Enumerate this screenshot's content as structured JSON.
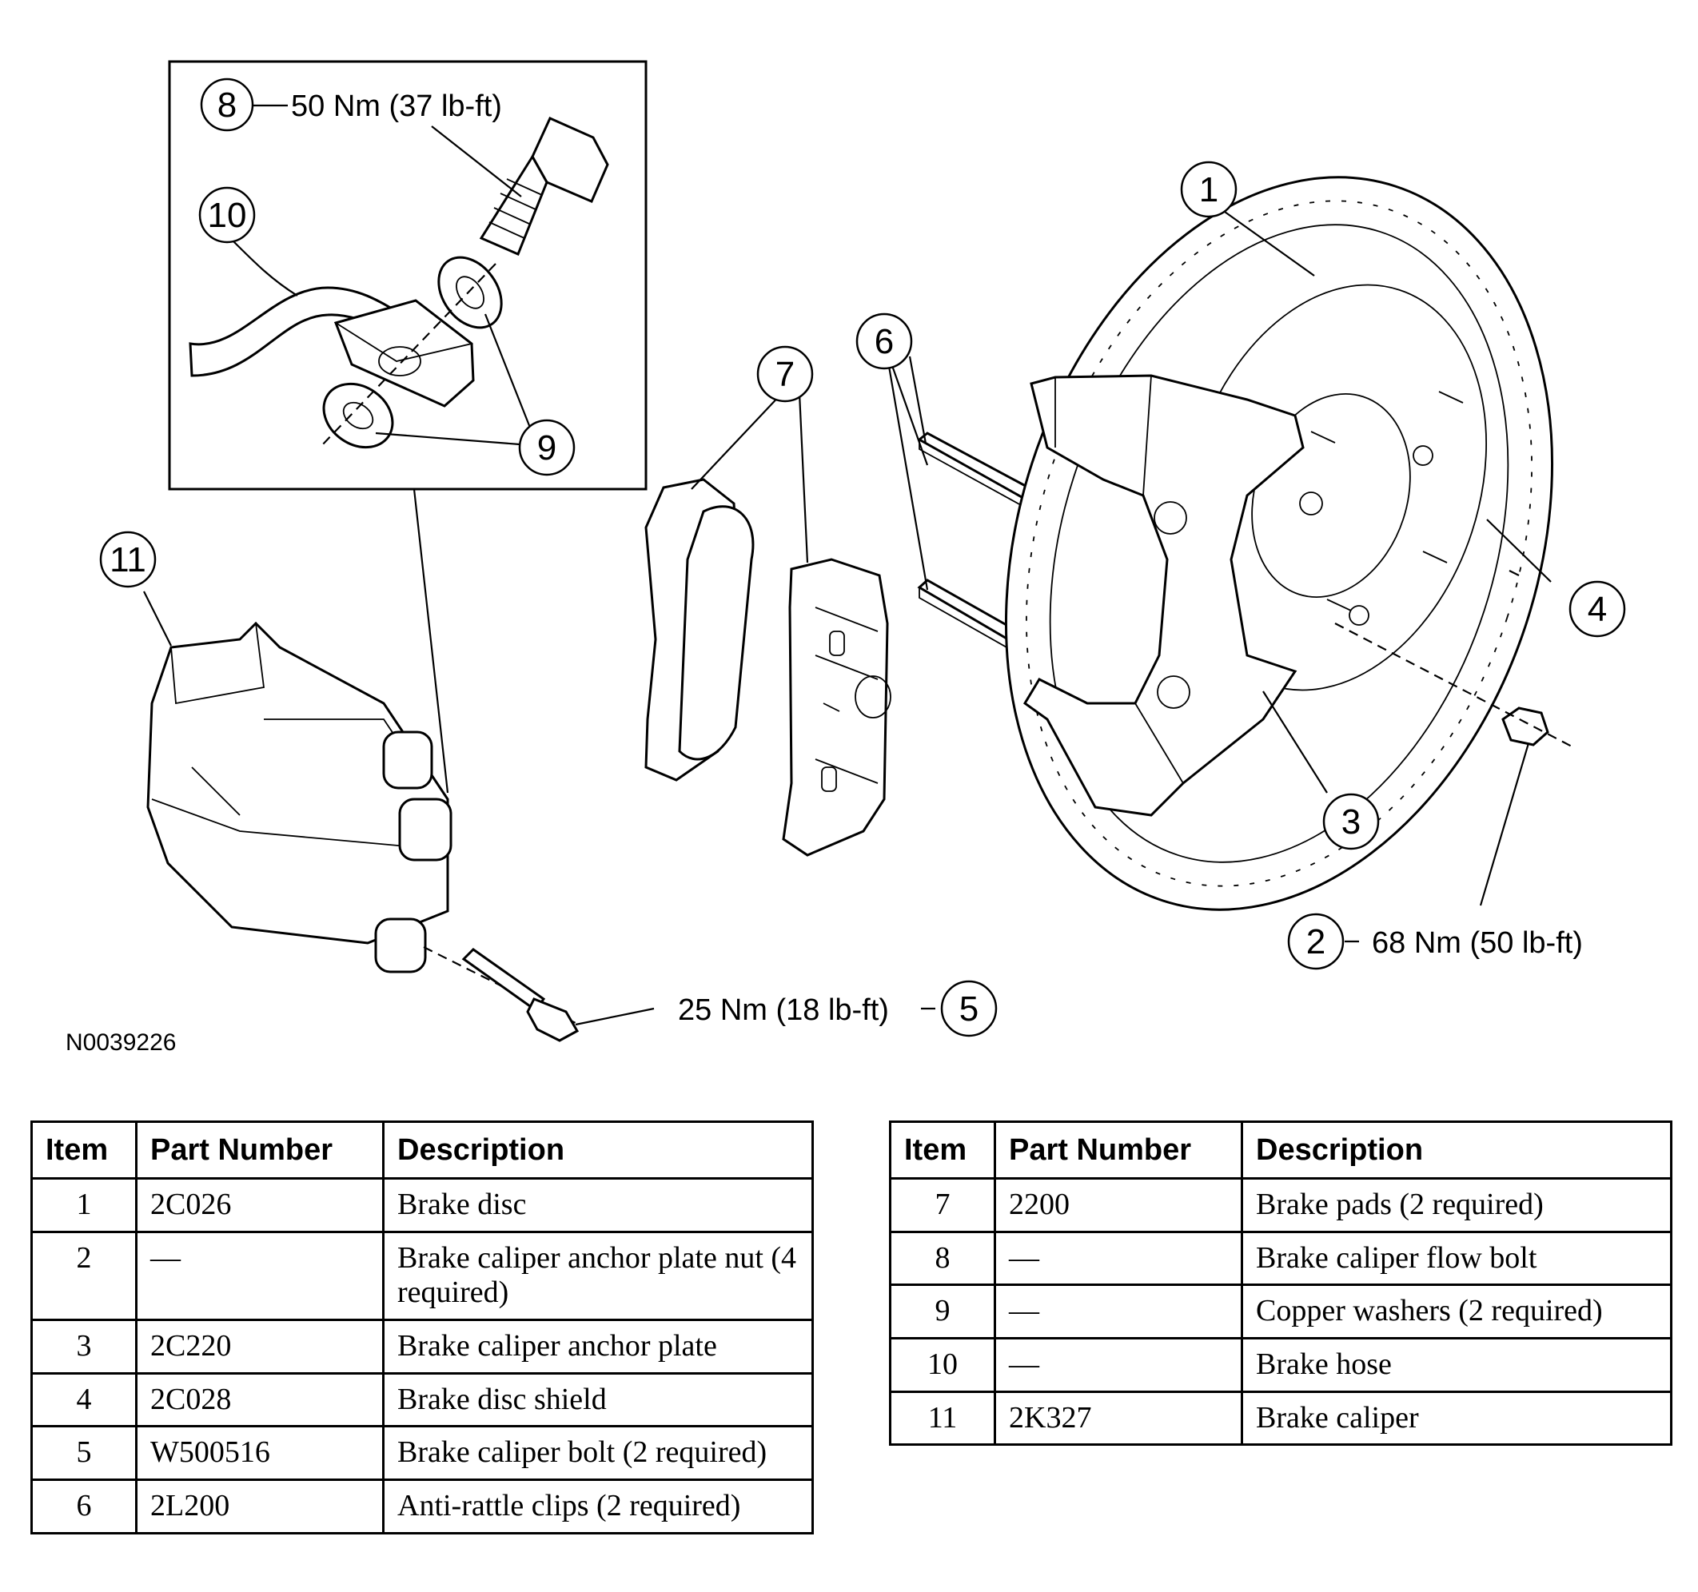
{
  "figure": {
    "figure_id": "N0039226",
    "callouts": {
      "c1": "1",
      "c2": "2",
      "c3": "3",
      "c4": "4",
      "c5": "5",
      "c6": "6",
      "c7": "7",
      "c8": "8",
      "c9": "9",
      "c10": "10",
      "c11": "11"
    },
    "torque": {
      "item8": "50 Nm (37 lb-ft)",
      "item2": "68 Nm (50 lb-ft)",
      "item5": "25 Nm (18 lb-ft)"
    }
  },
  "table": {
    "headers": {
      "item": "Item",
      "part_number": "Part Number",
      "description": "Description"
    },
    "rows": [
      {
        "item": "1",
        "part_number": "2C026",
        "description": "Brake disc"
      },
      {
        "item": "2",
        "part_number": "—",
        "description": "Brake caliper anchor plate nut (4 required)"
      },
      {
        "item": "3",
        "part_number": "2C220",
        "description": "Brake caliper anchor plate"
      },
      {
        "item": "4",
        "part_number": "2C028",
        "description": "Brake disc shield"
      },
      {
        "item": "5",
        "part_number": "W500516",
        "description": "Brake caliper bolt (2 required)"
      },
      {
        "item": "6",
        "part_number": "2L200",
        "description": "Anti-rattle clips (2 required)"
      },
      {
        "item": "7",
        "part_number": "2200",
        "description": "Brake pads (2 required)"
      },
      {
        "item": "8",
        "part_number": "—",
        "description": "Brake caliper flow bolt"
      },
      {
        "item": "9",
        "part_number": "—",
        "description": "Copper washers (2 required)"
      },
      {
        "item": "10",
        "part_number": "—",
        "description": "Brake hose"
      },
      {
        "item": "11",
        "part_number": "2K327",
        "description": "Brake caliper"
      }
    ]
  }
}
